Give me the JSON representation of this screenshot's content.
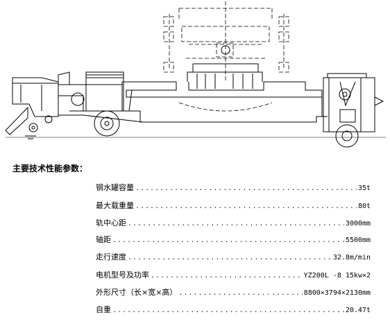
{
  "heading": "主要技术性能参数：",
  "specs": [
    {
      "label": "钢水罐容量",
      "value": "35t"
    },
    {
      "label": "最大载重量",
      "value": "80t"
    },
    {
      "label": "轨中心距",
      "value": "3000mm"
    },
    {
      "label": "轴距",
      "value": "5500mm"
    },
    {
      "label": "走行速度",
      "value": "32.8m/min"
    },
    {
      "label": "电机型号及功率",
      "value": "YZ200L -8 15kw×2"
    },
    {
      "label": "外形尺寸（长×宽×高）",
      "value": "8800×3794×2130mm"
    },
    {
      "label": "自重",
      "value": "20.47t"
    }
  ]
}
